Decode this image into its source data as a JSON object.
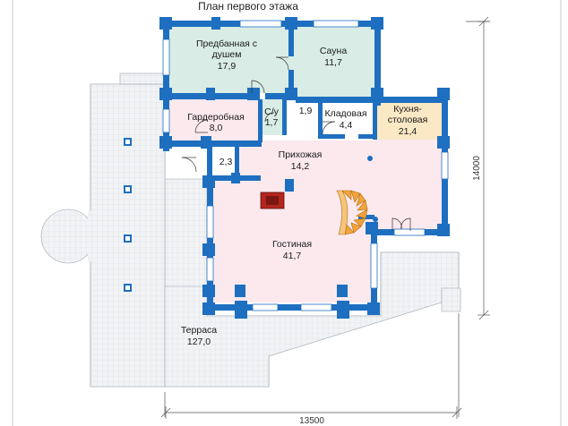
{
  "title": "План первого этажа",
  "dimensions": {
    "width": "13500",
    "depth": "14000"
  },
  "rooms": [
    {
      "name": "Предбанная с душем",
      "area": "17,9"
    },
    {
      "name": "Сауна",
      "area": "11,7"
    },
    {
      "name": "Гардеробная",
      "area": "8,0"
    },
    {
      "name": "С/у",
      "area": "1,7"
    },
    {
      "name": "",
      "area": "1,9"
    },
    {
      "name": "Кладовая",
      "area": "4,4"
    },
    {
      "name": "Кухня-столовая",
      "area": "21,4"
    },
    {
      "name": "Прихожая",
      "area": "14,2"
    },
    {
      "name": "",
      "area": "2,3"
    },
    {
      "name": "Гостиная",
      "area": "41,7"
    },
    {
      "name": "Терраса",
      "area": "127,0"
    }
  ],
  "colors": {
    "wall": "#1e6fc0",
    "bath_rooms": "#d9ece5",
    "living_rooms": "#fbe9ee",
    "kitchen": "#fbe8c4",
    "terrace": "#eef0f2",
    "stove": "#b3261e",
    "stairs": "#f2a33a"
  }
}
